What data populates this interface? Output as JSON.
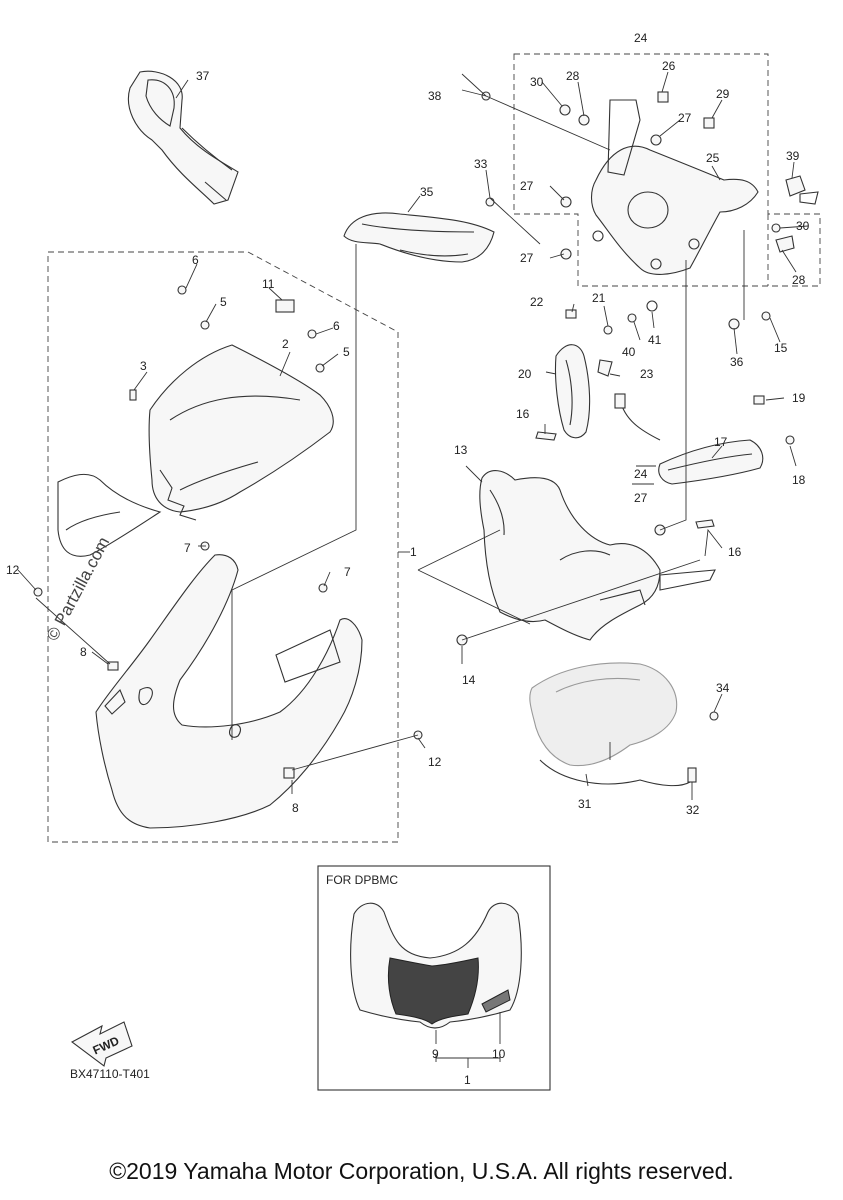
{
  "callouts": [
    {
      "id": "c1",
      "text": "1"
    },
    {
      "id": "c2",
      "text": "2"
    },
    {
      "id": "c3",
      "text": "3"
    },
    {
      "id": "c5a",
      "text": "5"
    },
    {
      "id": "c5b",
      "text": "5"
    },
    {
      "id": "c6a",
      "text": "6"
    },
    {
      "id": "c6b",
      "text": "6"
    },
    {
      "id": "c7a",
      "text": "7"
    },
    {
      "id": "c7b",
      "text": "7"
    },
    {
      "id": "c8a",
      "text": "8"
    },
    {
      "id": "c8b",
      "text": "8"
    },
    {
      "id": "c11",
      "text": "11"
    },
    {
      "id": "c12a",
      "text": "12"
    },
    {
      "id": "c12b",
      "text": "12"
    },
    {
      "id": "c13",
      "text": "13"
    },
    {
      "id": "c14",
      "text": "14"
    },
    {
      "id": "c15",
      "text": "15"
    },
    {
      "id": "c16a",
      "text": "16"
    },
    {
      "id": "c16b",
      "text": "16"
    },
    {
      "id": "c17",
      "text": "17"
    },
    {
      "id": "c18",
      "text": "18"
    },
    {
      "id": "c19",
      "text": "19"
    },
    {
      "id": "c20",
      "text": "20"
    },
    {
      "id": "c21",
      "text": "21"
    },
    {
      "id": "c22",
      "text": "22"
    },
    {
      "id": "c23",
      "text": "23"
    },
    {
      "id": "c24",
      "text": "24"
    },
    {
      "id": "c24b",
      "text": "24"
    },
    {
      "id": "c27frac",
      "text": "27"
    },
    {
      "id": "c25",
      "text": "25"
    },
    {
      "id": "c26",
      "text": "26"
    },
    {
      "id": "c27a",
      "text": "27"
    },
    {
      "id": "c27b",
      "text": "27"
    },
    {
      "id": "c27c",
      "text": "27"
    },
    {
      "id": "c28a",
      "text": "28"
    },
    {
      "id": "c28b",
      "text": "28"
    },
    {
      "id": "c29",
      "text": "29"
    },
    {
      "id": "c30a",
      "text": "30"
    },
    {
      "id": "c30b",
      "text": "30"
    },
    {
      "id": "c31",
      "text": "31"
    },
    {
      "id": "c32",
      "text": "32"
    },
    {
      "id": "c33",
      "text": "33"
    },
    {
      "id": "c34",
      "text": "34"
    },
    {
      "id": "c35",
      "text": "35"
    },
    {
      "id": "c36",
      "text": "36"
    },
    {
      "id": "c37",
      "text": "37"
    },
    {
      "id": "c38",
      "text": "38"
    },
    {
      "id": "c39",
      "text": "39"
    },
    {
      "id": "c40",
      "text": "40"
    },
    {
      "id": "c41",
      "text": "41"
    },
    {
      "id": "c9",
      "text": "9"
    },
    {
      "id": "c10",
      "text": "10"
    },
    {
      "id": "c1b",
      "text": "1"
    }
  ],
  "inset_label": "FOR DPBMC",
  "fwd_label": "FWD",
  "diagram_code": "BX47110-T401",
  "watermark": "© Partzilla.com",
  "copyright": "©2019 Yamaha Motor Corporation, U.S.A. All rights reserved."
}
